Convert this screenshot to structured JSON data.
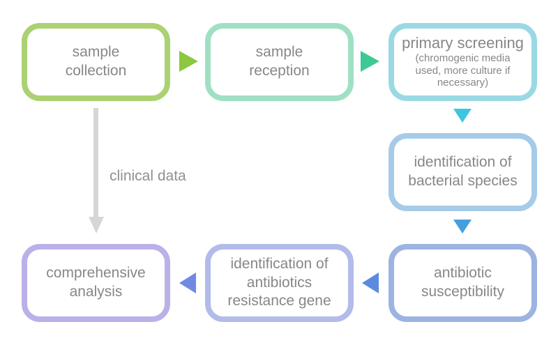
{
  "page": {
    "background": "#ffffff",
    "text_color": "#878787"
  },
  "diagram": {
    "boxes": [
      {
        "name": "sample-collection",
        "label": "sample collection",
        "border_color": "#abd173"
      },
      {
        "name": "sample-reception",
        "label": "sample reception",
        "border_color": "#9fe0c3"
      },
      {
        "name": "primary-screening",
        "label": "primary screening",
        "sublabel": "(chromogenic media used, more culture if necessary)",
        "border_color": "#9ad9e4"
      },
      {
        "name": "identification-of-bacterial-species",
        "label": "identification of bacterial species",
        "border_color": "#a6cbe9"
      },
      {
        "name": "antibiotic-susceptibility",
        "label": "antibiotic susceptibility",
        "border_color": "#9db3e0"
      },
      {
        "name": "identification-of-antibiotics-resistance-gene",
        "label": "identification of antibiotics resistance gene",
        "border_color": "#b2bcea"
      },
      {
        "name": "comprehensive-analysis",
        "label": "comprehensive analysis",
        "border_color": "#bcb0e8"
      }
    ],
    "arrows": [
      {
        "name": "sample-collection-to-sample-reception",
        "direction": "right",
        "color": "#8dc63f"
      },
      {
        "name": "sample-reception-to-primary-screening",
        "direction": "right",
        "color": "#3dc993"
      },
      {
        "name": "primary-screening-to-identification-of-bacterial-species",
        "direction": "down",
        "color": "#3ec6e0"
      },
      {
        "name": "identification-of-bacterial-species-to-antibiotic-susceptibility",
        "direction": "down",
        "color": "#459fdd"
      },
      {
        "name": "antibiotic-susceptibility-to-identification-of-antibiotics-resistance-gene",
        "direction": "left",
        "color": "#5b8bdd"
      },
      {
        "name": "identification-of-antibiotics-resistance-gene-to-comprehensive-analysis",
        "direction": "left",
        "color": "#7289e2"
      },
      {
        "name": "sample-collection-to-comprehensive-analysis",
        "direction": "down",
        "color": "#d6d6d6",
        "label": "clinical data"
      }
    ]
  }
}
